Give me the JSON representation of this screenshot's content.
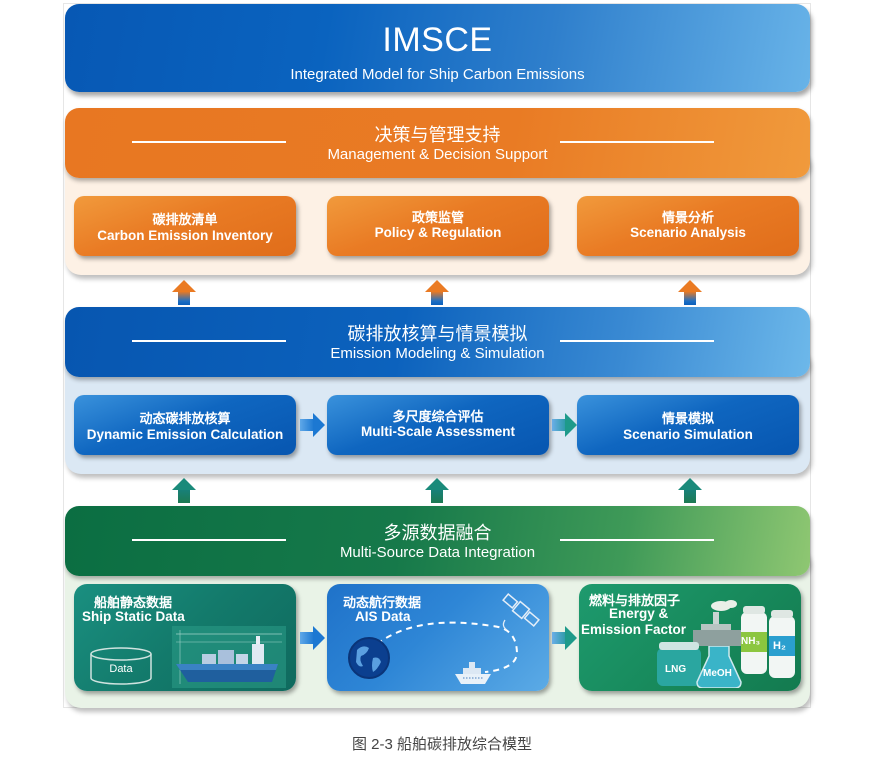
{
  "title": {
    "acronym": "IMSCE",
    "subtitle": "Integrated Model for Ship Carbon Emissions"
  },
  "colors": {
    "management_layer": "#e87722",
    "modeling_layer": "#0a5fbb",
    "data_layer": "#137a4f"
  },
  "layers": [
    {
      "id": "management",
      "title_zh": "决策与管理支持",
      "title_en": "Management & Decision Support",
      "boxes": [
        {
          "zh": "碳排放清单",
          "en": "Carbon Emission Inventory"
        },
        {
          "zh": "政策监管",
          "en": "Policy & Regulation"
        },
        {
          "zh": "情景分析",
          "en": "Scenario Analysis"
        }
      ]
    },
    {
      "id": "modeling",
      "title_zh": "碳排放核算与情景模拟",
      "title_en": "Emission Modeling & Simulation",
      "boxes": [
        {
          "zh": "动态碳排放核算",
          "en": "Dynamic Emission Calculation"
        },
        {
          "zh": "多尺度综合评估",
          "en": "Multi-Scale Assessment"
        },
        {
          "zh": "情景模拟",
          "en": "Scenario Simulation"
        }
      ]
    },
    {
      "id": "data",
      "title_zh": "多源数据融合",
      "title_en": "Multi-Source Data Integration",
      "cards": [
        {
          "zh": "船舶静态数据",
          "en": "Ship Static Data",
          "icon": "database-icon",
          "icon_label": "Data",
          "illustration": "cargo-ship-icon"
        },
        {
          "zh": "动态航行数据",
          "en": "AIS Data",
          "icons": [
            "globe-icon",
            "satellite-icon",
            "ship-icon"
          ]
        },
        {
          "zh": "燃料与排放因子",
          "en_line1": "Energy &",
          "en_line2": "Emission Factor",
          "fuels": [
            "LNG",
            "MeOH",
            "NH₃",
            "H₂"
          ],
          "icon": "factory-icon"
        }
      ]
    }
  ],
  "caption": "图 2-3 船舶碳排放综合模型"
}
